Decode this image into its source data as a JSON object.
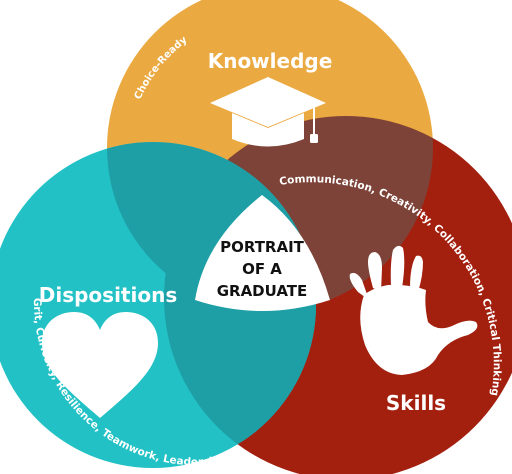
{
  "colors": {
    "knowledge": "#eba941",
    "dispositions": "#22c1c5",
    "skills": "#a3200f",
    "overlap": "#1e9fa6",
    "center": "#ffffff"
  },
  "knowledge": {
    "title": "Knowledge",
    "arc": "Choice-Ready",
    "icon": "graduation-cap-icon"
  },
  "skills": {
    "title": "Skills",
    "arc": "Communication, Creativity, Collaboration, Critical Thinking",
    "icon": "handprint-icon"
  },
  "dispositions": {
    "title": "Dispositions",
    "arc": "Grit, Curiosity, Resilience, Teamwork, Leadership",
    "icon": "heart-icon"
  },
  "center": {
    "line1": "PORTRAIT",
    "line2": "OF A",
    "line3": "GRADUATE"
  }
}
